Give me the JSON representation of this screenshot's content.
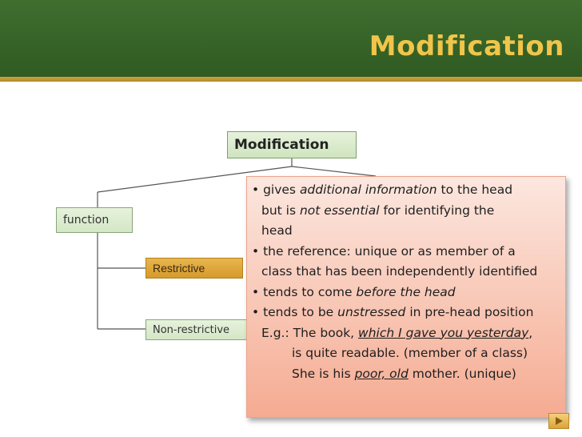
{
  "slide": {
    "title": "Modification"
  },
  "diagram": {
    "root_label": "Modification",
    "function_label": "function",
    "restrictive_label": "Restrictive",
    "nonrestrictive_label": "Non-restrictive"
  },
  "callout": {
    "l1_bullet": "• gives ",
    "l1_em": "additional information",
    "l1_rest": " to the head",
    "l2_pre": "but is ",
    "l2_em": "not essential",
    "l2_rest": " for identifying the",
    "l3": "head",
    "l4": "• the reference: unique or as member of a",
    "l5": "class that has been independently identified",
    "l6_pre": "• tends to come ",
    "l6_em": "before the head",
    "l7_pre": "• tends to be ",
    "l7_em": "unstressed",
    "l7_rest": " in pre-head position",
    "l8_pre": "E.g.: The book, ",
    "l8_ul": "which I gave you yesterday",
    "l8_rest": ",",
    "l9": "is quite readable. (member of a class)",
    "l10_pre": "She is his ",
    "l10_ul": "poor, old",
    "l10_rest": " mother. (unique)"
  },
  "colors": {
    "header": "#2f5a22",
    "accent": "#f0c54a",
    "callout": "#f8c6b4"
  },
  "icons": {
    "next": "play-triangle"
  }
}
